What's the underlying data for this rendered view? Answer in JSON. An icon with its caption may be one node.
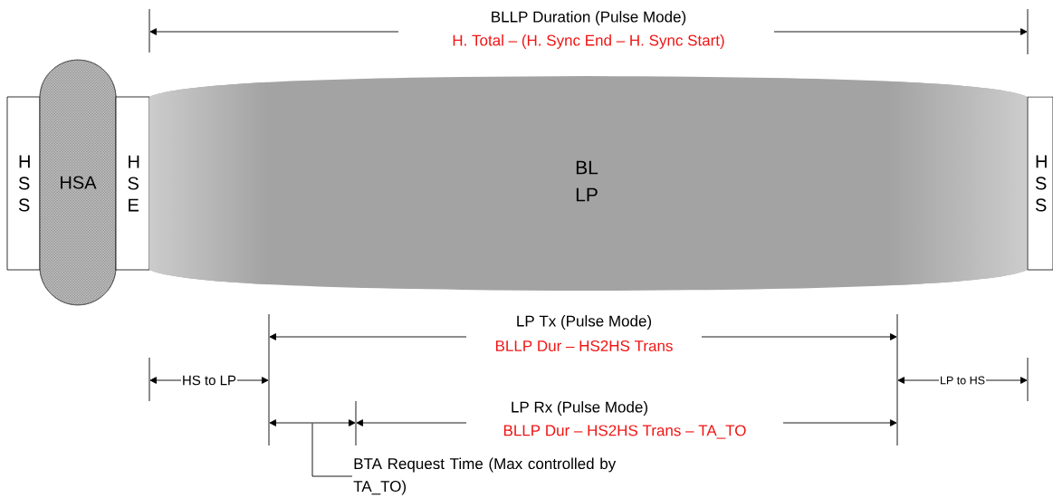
{
  "diagram": {
    "nodes": [
      {
        "text": [
          "H S S"
        ]
      },
      {
        "text": [
          "HSA"
        ]
      },
      {
        "text": [
          "H S E"
        ]
      },
      {
        "text": [
          "BL LP"
        ]
      },
      {
        "text": [
          "H S S"
        ]
      },
      {
        "text": [
          "BTA Request Time (Max controlled by TA_TO)"
        ]
      },
      {
        "text": [],
        "shape": "bar"
      }
    ],
    "edges": [
      {
        "from": 5,
        "to": 6,
        "arrow": "none"
      }
    ],
    "labels": [
      "BLLP Duration (Pulse Mode)",
      "H. Total – (H. Sync End – H. Sync Start)",
      "LP Tx (Pulse Mode)",
      "BLLP Dur – HS2HS Trans",
      "HS to LP",
      "LP to HS",
      "LP Rx (Pulse Mode)",
      "BLLP Dur – HS2HS Trans – TA_TO"
    ]
  }
}
